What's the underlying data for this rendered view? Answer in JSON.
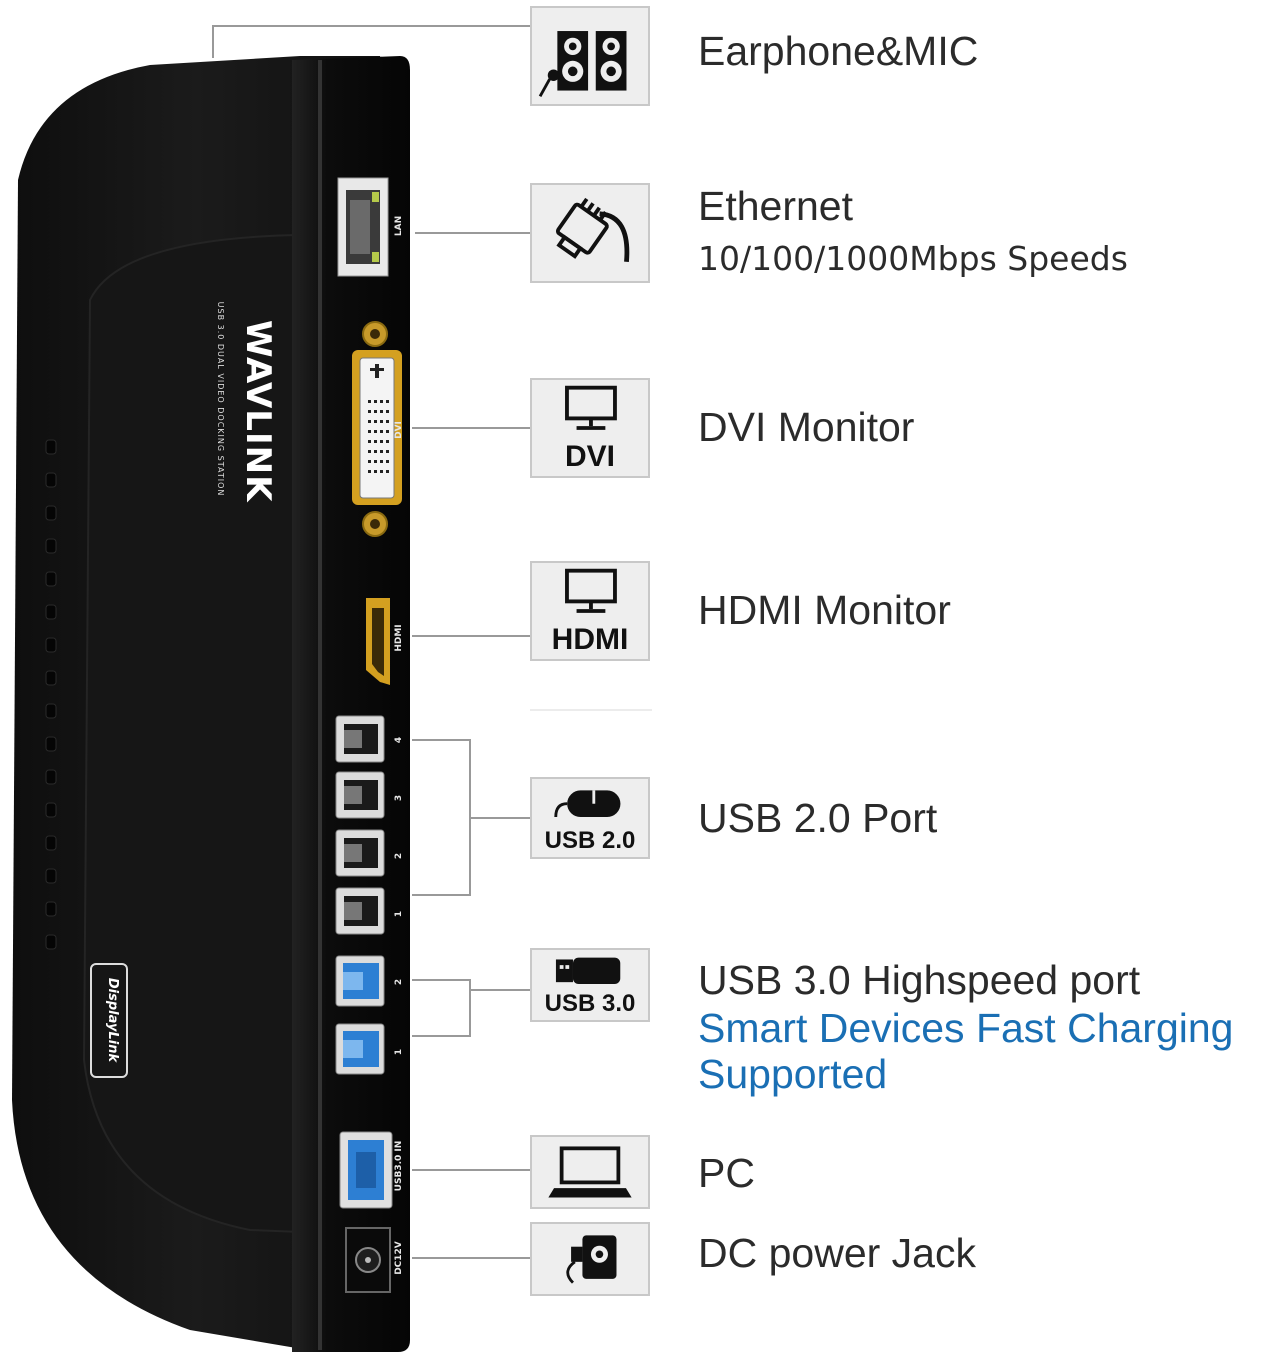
{
  "device": {
    "brand": "WAVLINK",
    "brand_sub": "USB 3.0 DUAL VIDEO DOCKING STATION",
    "badge": "DisplayLink",
    "port_labels": {
      "lan": "LAN",
      "dvi": "DVI",
      "hdmi": "HDMI",
      "usb_numbers": [
        "4",
        "3",
        "2",
        "1"
      ],
      "usb3_numbers": [
        "2",
        "1"
      ],
      "usb_in": "USB3.0 IN",
      "dc": "DC12V"
    }
  },
  "features": [
    {
      "id": "audio",
      "icon": "speaker-mic-icon",
      "title": "Earphone&MIC"
    },
    {
      "id": "ethernet",
      "icon": "ethernet-plug-icon",
      "title": "Ethernet",
      "subtitle": "10/100/1000Mbps Speeds"
    },
    {
      "id": "dvi",
      "icon": "monitor-icon",
      "icon_text": "DVI",
      "title": "DVI Monitor"
    },
    {
      "id": "hdmi",
      "icon": "monitor-icon",
      "icon_text": "HDMI",
      "title": "HDMI Monitor"
    },
    {
      "id": "usb2",
      "icon": "mouse-icon",
      "icon_text": "USB 2.0",
      "title": "USB 2.0 Port"
    },
    {
      "id": "usb3",
      "icon": "usb-drive-icon",
      "icon_text": "USB 3.0",
      "title": "USB 3.0 Highspeed port",
      "highlight": [
        "Smart Devices Fast Charging",
        "Supported"
      ]
    },
    {
      "id": "pc",
      "icon": "laptop-icon",
      "title": "PC"
    },
    {
      "id": "dc",
      "icon": "power-jack-icon",
      "title": "DC power Jack"
    }
  ],
  "colors": {
    "text": "#2b2b2b",
    "highlight": "#1a6fb4",
    "device_body": "#141414",
    "usb3_blue": "#2d7fd3",
    "gold": "#d4a020"
  }
}
